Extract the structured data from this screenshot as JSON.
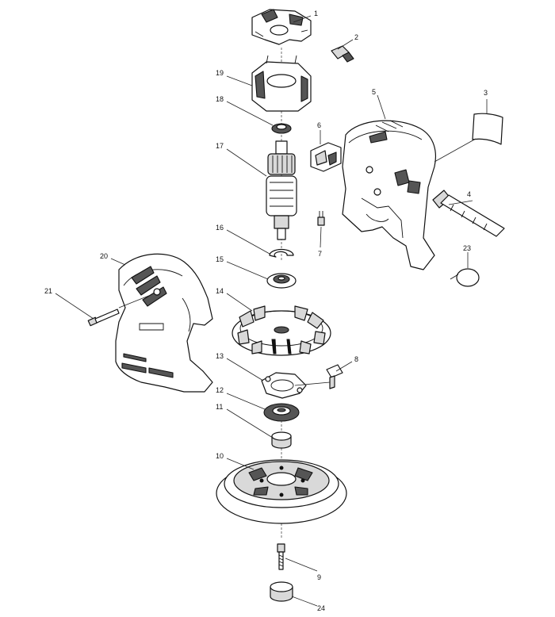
{
  "diagram": {
    "callouts": [
      {
        "id": "c1",
        "label": "1"
      },
      {
        "id": "c2",
        "label": "2"
      },
      {
        "id": "c3",
        "label": "3"
      },
      {
        "id": "c4",
        "label": "4"
      },
      {
        "id": "c5",
        "label": "5"
      },
      {
        "id": "c6",
        "label": "6"
      },
      {
        "id": "c7",
        "label": "7"
      },
      {
        "id": "c8",
        "label": "8"
      },
      {
        "id": "c9",
        "label": "9"
      },
      {
        "id": "c10",
        "label": "10"
      },
      {
        "id": "c11",
        "label": "11"
      },
      {
        "id": "c12",
        "label": "12"
      },
      {
        "id": "c13",
        "label": "13"
      },
      {
        "id": "c14",
        "label": "14"
      },
      {
        "id": "c15",
        "label": "15"
      },
      {
        "id": "c16",
        "label": "16"
      },
      {
        "id": "c17",
        "label": "17"
      },
      {
        "id": "c18",
        "label": "18"
      },
      {
        "id": "c19",
        "label": "19"
      },
      {
        "id": "c20",
        "label": "20"
      },
      {
        "id": "c21",
        "label": "21"
      },
      {
        "id": "c23",
        "label": "23"
      },
      {
        "id": "c24",
        "label": "24"
      }
    ]
  }
}
